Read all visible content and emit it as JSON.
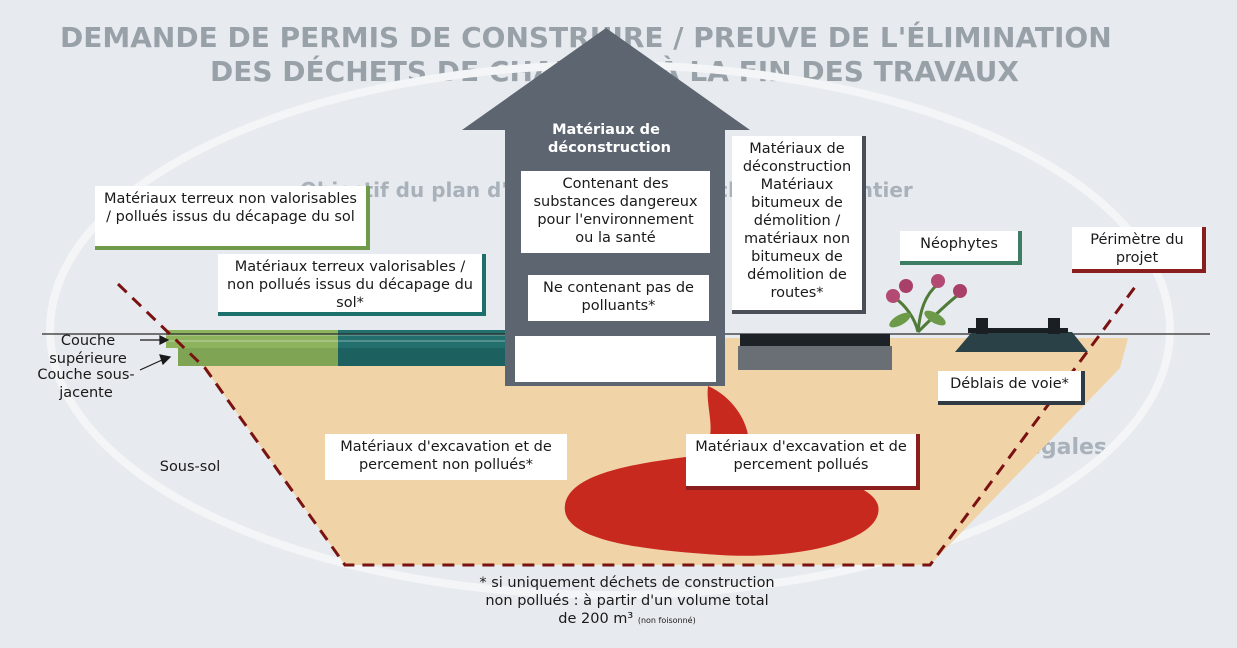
{
  "background": {
    "heading_line1": "DEMANDE DE PERMIS DE CONSTRUIRE / PREUVE DE L'ÉLIMINATION",
    "heading_line2": "DES DÉCHETS DE CHANTIER À LA FIN DES TRAVAUX",
    "section1": "Objectif du plan d'élimination des déchets de chantier",
    "section2": "Bases légales"
  },
  "house": {
    "roof_title": "Matériaux de déconstruction",
    "dangerous": "Contenant des substances dangereux pour l'environnement ou la santé",
    "clean": "Ne contenant pas de polluants*"
  },
  "labels": {
    "terreux_non_valorisables": "Matériaux terreux non valorisables / pollués issus du décapage du sol",
    "terreux_valorisables": "Matériaux terreux valorisables / non pollués issus du décapage du sol*",
    "bitumeux": "Matériaux de déconstruction Matériaux bitumeux de démolition / matériaux non bitumeux de démolition de routes*",
    "neophytes": "Néophytes",
    "perimetre": "Périmètre du projet",
    "couche_sup": "Couche supérieure",
    "couche_sous": "Couche sous-jacente",
    "deblais": "Déblais de voie*",
    "sous_sol": "Sous-sol",
    "excavation_non_pollues": "Matériaux d'excavation et de percement non pollués*",
    "excavation_pollues": "Matériaux d'excavation et de percement pollués"
  },
  "footnote": {
    "line1": "* si uniquement déchets de construction",
    "line2": "non pollués : à partir d'un volume total",
    "line3": "de 200 m³",
    "small": "(non foisonné)"
  },
  "colors": {
    "ground": "#f0d3a6",
    "green": "#7fa453",
    "teal": "#1f6e6b",
    "pollution": "#c8291f",
    "house": "#5c6570",
    "asphalt": "#6a6f76"
  }
}
